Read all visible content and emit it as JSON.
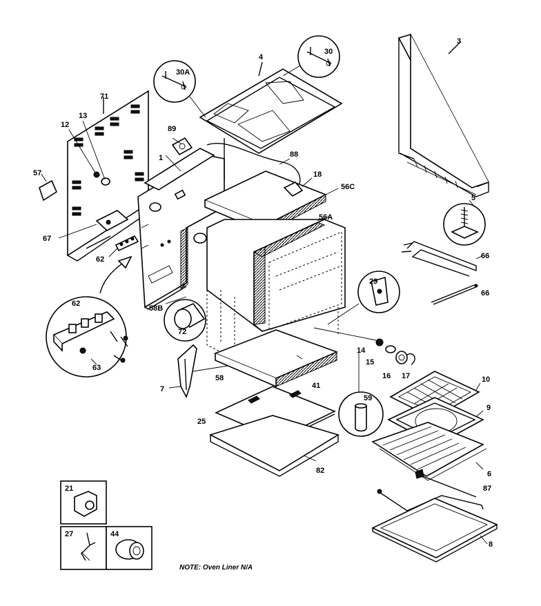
{
  "callouts": {
    "c3": "3",
    "c4": "4",
    "c30": "30",
    "c30a": "30A",
    "c71": "71",
    "c12": "12",
    "c13": "13",
    "c89": "89",
    "c1": "1",
    "c88": "88",
    "c18": "18",
    "c56c": "56C",
    "c57": "57",
    "c5": "5",
    "c56a": "56A",
    "c67": "67",
    "c62": "62",
    "c66a": "66",
    "c66b": "66",
    "c29": "29",
    "c58b": "58B",
    "c62b": "62",
    "c72": "72",
    "c14": "14",
    "c15": "15",
    "c16": "16",
    "c17": "17",
    "c63": "63",
    "c10": "10",
    "c7": "7",
    "c58": "58",
    "c41": "41",
    "c59": "59",
    "c9": "9",
    "c25": "25",
    "c6": "6",
    "c82": "82",
    "c21": "21",
    "c87": "87",
    "c27": "27",
    "c44": "44",
    "c8": "8"
  },
  "note": "NOTE:  Oven Liner N/A"
}
